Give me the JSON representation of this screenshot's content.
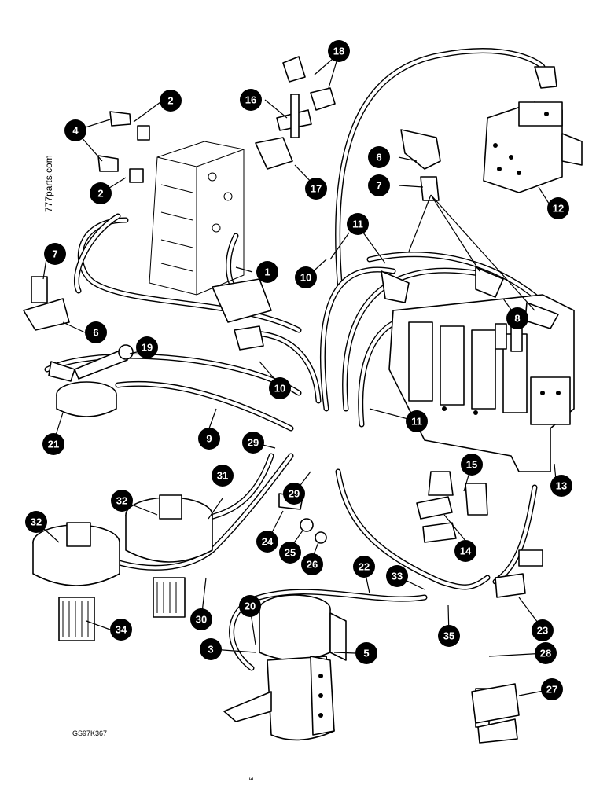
{
  "watermark": "777parts.com",
  "reference": "GS97K367",
  "page_mark": "ε",
  "callouts": [
    {
      "id": "c1",
      "label": "1"
    },
    {
      "id": "c2a",
      "label": "2"
    },
    {
      "id": "c2b",
      "label": "2"
    },
    {
      "id": "c3",
      "label": "3"
    },
    {
      "id": "c4",
      "label": "4"
    },
    {
      "id": "c5",
      "label": "5"
    },
    {
      "id": "c6a",
      "label": "6"
    },
    {
      "id": "c6b",
      "label": "6"
    },
    {
      "id": "c7a",
      "label": "7"
    },
    {
      "id": "c7b",
      "label": "7"
    },
    {
      "id": "c8",
      "label": "8"
    },
    {
      "id": "c9",
      "label": "9"
    },
    {
      "id": "c10a",
      "label": "10"
    },
    {
      "id": "c10b",
      "label": "10"
    },
    {
      "id": "c11a",
      "label": "11"
    },
    {
      "id": "c11b",
      "label": "11"
    },
    {
      "id": "c12",
      "label": "12"
    },
    {
      "id": "c13",
      "label": "13"
    },
    {
      "id": "c14",
      "label": "14"
    },
    {
      "id": "c15",
      "label": "15"
    },
    {
      "id": "c16",
      "label": "16"
    },
    {
      "id": "c17",
      "label": "17"
    },
    {
      "id": "c18",
      "label": "18"
    },
    {
      "id": "c19",
      "label": "19"
    },
    {
      "id": "c20",
      "label": "20"
    },
    {
      "id": "c21",
      "label": "21"
    },
    {
      "id": "c22",
      "label": "22"
    },
    {
      "id": "c23",
      "label": "23"
    },
    {
      "id": "c24",
      "label": "24"
    },
    {
      "id": "c25",
      "label": "25"
    },
    {
      "id": "c26",
      "label": "26"
    },
    {
      "id": "c27",
      "label": "27"
    },
    {
      "id": "c28",
      "label": "28"
    },
    {
      "id": "c29a",
      "label": "29"
    },
    {
      "id": "c29b",
      "label": "29"
    },
    {
      "id": "c30",
      "label": "30"
    },
    {
      "id": "c31",
      "label": "31"
    },
    {
      "id": "c32a",
      "label": "32"
    },
    {
      "id": "c32b",
      "label": "32"
    },
    {
      "id": "c33",
      "label": "33"
    },
    {
      "id": "c34",
      "label": "34"
    },
    {
      "id": "c35",
      "label": "35"
    }
  ]
}
